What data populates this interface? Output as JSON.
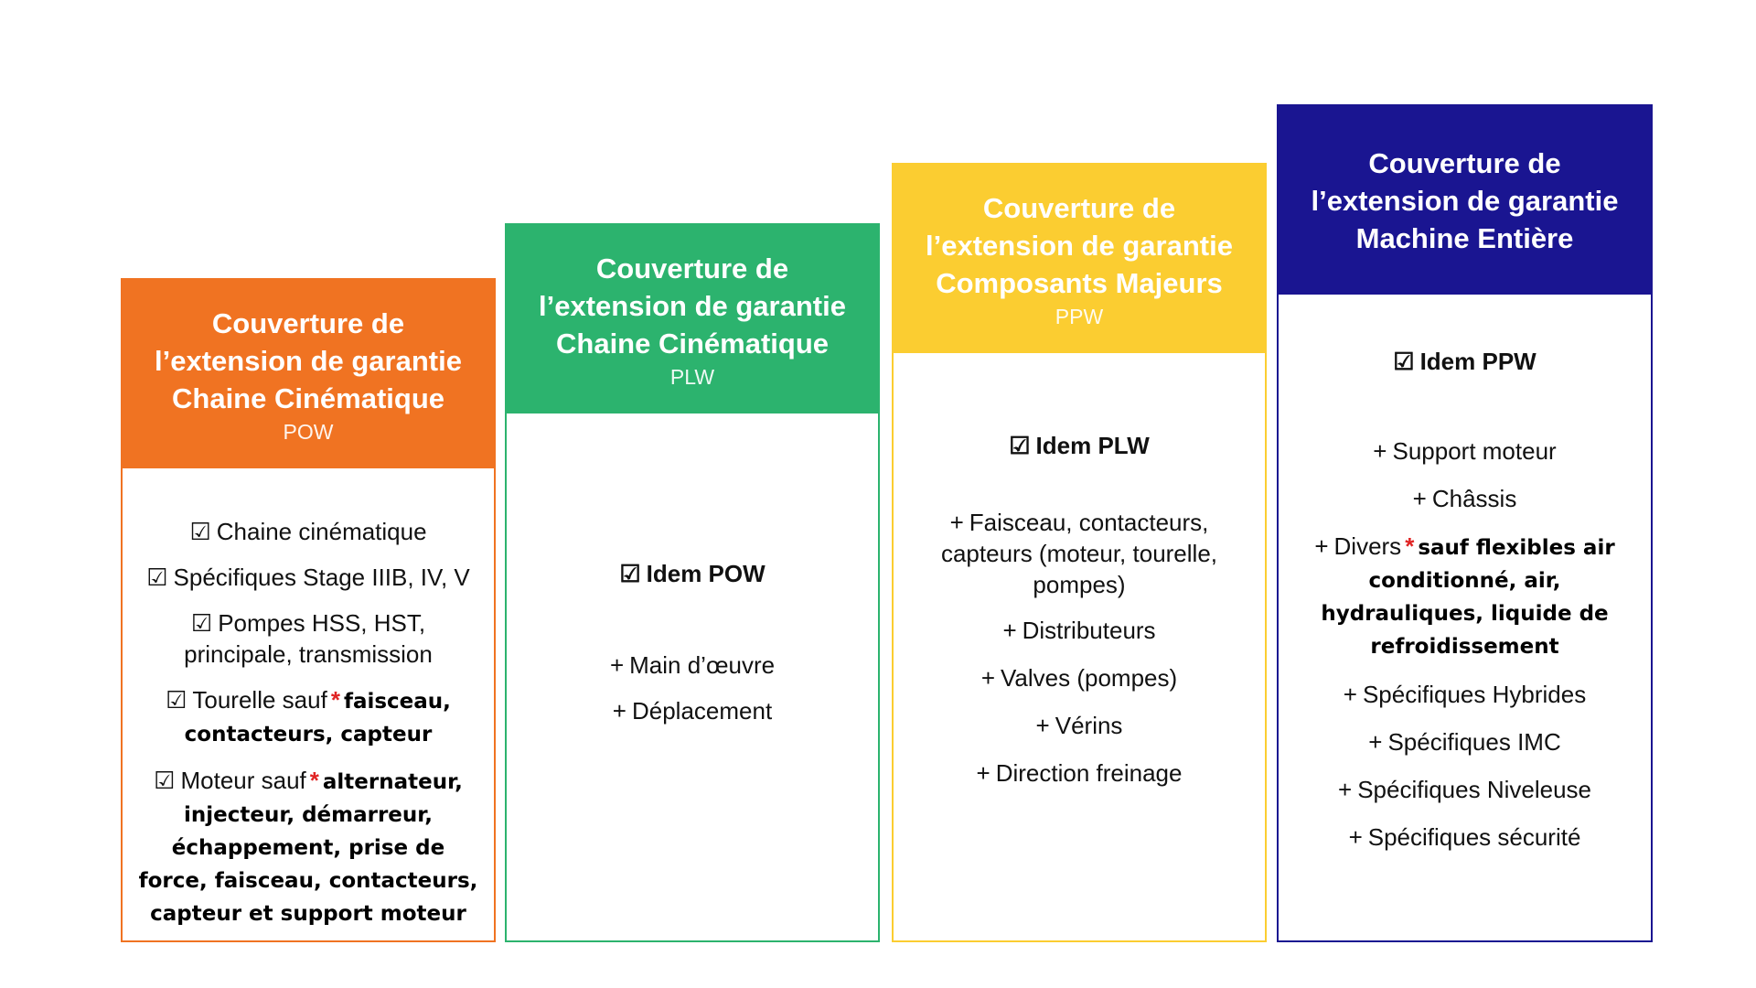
{
  "columns": {
    "pow": {
      "header_lines": [
        "Couverture de",
        "l’extension de garantie",
        "Chaine Cinématique"
      ],
      "code": "POW",
      "color": "#f07322",
      "items": [
        {
          "mark": "☑",
          "text": "Chaine cinématique"
        },
        {
          "mark": "☑",
          "text": "Spécifiques Stage IIIB, IV, V"
        },
        {
          "mark": "☑",
          "text": "Pompes HSS, HST, principale, transmission"
        },
        {
          "mark": "☑",
          "text": "Tourelle sauf",
          "star": "*",
          "exclusion": "faisceau, contacteurs, capteur"
        },
        {
          "mark": "☑",
          "text": "Moteur sauf",
          "star": "*",
          "exclusion": "alternateur, injecteur, démarreur, échappement, prise de force, faisceau, contacteurs, capteur et support moteur"
        }
      ]
    },
    "plw": {
      "header_lines": [
        "Couverture de",
        "l’extension de garantie",
        "Chaine Cinématique"
      ],
      "code": "PLW",
      "color": "#2cb36e",
      "idem": {
        "mark": "☑",
        "text": "Idem POW"
      },
      "items": [
        {
          "mark": "+",
          "text": "Main d’œuvre"
        },
        {
          "mark": "+",
          "text": "Déplacement"
        }
      ]
    },
    "ppw": {
      "header_lines": [
        "Couverture de",
        "l’extension de garantie",
        "Composants Majeurs"
      ],
      "code": "PPW",
      "color": "#fbcd31",
      "idem": {
        "mark": "☑",
        "text": "Idem PLW"
      },
      "items": [
        {
          "mark": "+",
          "text": "Faisceau, contacteurs, capteurs (moteur, tourelle, pompes)"
        },
        {
          "mark": "+",
          "text": "Distributeurs"
        },
        {
          "mark": "+",
          "text": "Valves (pompes)"
        },
        {
          "mark": "+",
          "text": "Vérins"
        },
        {
          "mark": "+",
          "text": "Direction freinage"
        }
      ]
    },
    "me": {
      "header_lines": [
        "Couverture de",
        "l’extension de garantie",
        "Machine Entière"
      ],
      "code": "",
      "color": "#1a1591",
      "idem": {
        "mark": "☑",
        "text": "Idem PPW"
      },
      "items": [
        {
          "mark": "+",
          "text": "Support moteur"
        },
        {
          "mark": "+",
          "text": "Châssis"
        },
        {
          "mark": "+",
          "text": "Divers",
          "star": "*",
          "exclusion": "sauf flexibles air conditionné, air, hydrauliques, liquide de refroidissement"
        },
        {
          "mark": "+",
          "text": "Spécifiques Hybrides"
        },
        {
          "mark": "+",
          "text": "Spécifiques IMC"
        },
        {
          "mark": "+",
          "text": "Spécifiques Niveleuse"
        },
        {
          "mark": "+",
          "text": "Spécifiques sécurité"
        }
      ]
    }
  }
}
